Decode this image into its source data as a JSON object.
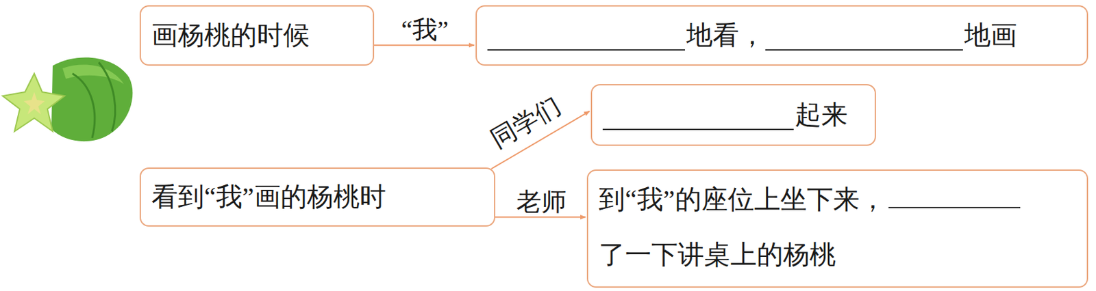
{
  "diagram": {
    "nodes": [
      {
        "text": [
          "画杨桃的时候"
        ]
      },
      {
        "text": [
          "地看，",
          "地画"
        ]
      },
      {
        "text": [
          "起来"
        ]
      },
      {
        "text": [
          "看到“我”画的杨桃时"
        ]
      },
      {
        "text": [
          "到“我”的座位上坐下来，",
          "了一下讲桌上的杨桃"
        ]
      }
    ],
    "edges": [
      {
        "from": 0,
        "to": 1,
        "label": "“我”",
        "arrow": "to"
      },
      {
        "from": 3,
        "to": 2,
        "label": "同学们",
        "arrow": "to"
      },
      {
        "from": 3,
        "to": 4,
        "label": "老师",
        "arrow": "to"
      }
    ]
  }
}
